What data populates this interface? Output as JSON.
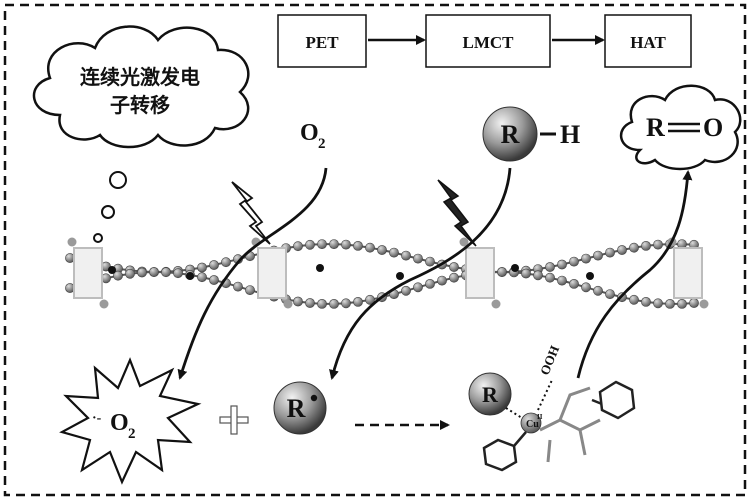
{
  "cloud_text": {
    "line1": "连续光激发电",
    "line2": "子转移"
  },
  "mechanism_steps": [
    "PET",
    "LMCT",
    "HAT"
  ],
  "reagents": {
    "oxygen": "O",
    "oxygen_sub": "2",
    "substrate_R": "R",
    "substrate_H": "H"
  },
  "product": {
    "R": "R",
    "O": "O"
  },
  "superoxide": {
    "prefix": "·-",
    "O": "O",
    "sub": "2"
  },
  "plus_sign": "+",
  "radical": {
    "R": "R"
  },
  "complex": {
    "R": "R",
    "Cu": "Cu",
    "Cu_sup": "II",
    "OOH": "OOH"
  },
  "colors": {
    "line": "#111111",
    "sphere_dark": "#4a4a4a",
    "sphere_light": "#e8e8e8",
    "bead": "#7a7a7a"
  }
}
